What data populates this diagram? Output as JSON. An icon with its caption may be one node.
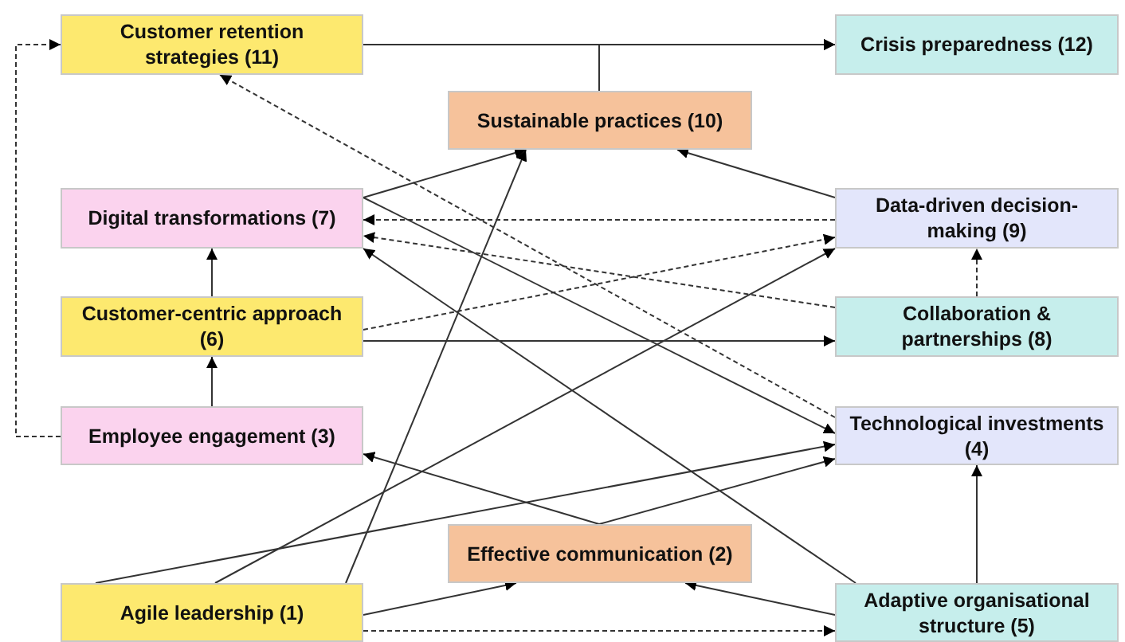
{
  "diagram": {
    "nodes": [
      {
        "text": [
          "Customer retention strategies (11)"
        ]
      },
      {
        "text": [
          "Crisis preparedness (12)"
        ]
      },
      {
        "text": [
          "Sustainable practices (10)"
        ]
      },
      {
        "text": [
          "Digital transformations (7)"
        ]
      },
      {
        "text": [
          "Data-driven decision-making (9)"
        ]
      },
      {
        "text": [
          "Customer-centric approach (6)"
        ]
      },
      {
        "text": [
          "Collaboration & partnerships (8)"
        ]
      },
      {
        "text": [
          "Employee engagement (3)"
        ]
      },
      {
        "text": [
          "Technological investments (4)"
        ]
      },
      {
        "text": [
          "Effective communication (2)"
        ]
      },
      {
        "text": [
          "Agile leadership (1)"
        ]
      },
      {
        "text": [
          "Adaptive organisational structure (5)"
        ]
      }
    ],
    "edges": [
      {
        "from": 7,
        "to": 0,
        "arrow": "to",
        "style": "dashed"
      },
      {
        "from": 0,
        "to": 1,
        "arrow": "to"
      },
      {
        "from": 2,
        "to": 1,
        "arrow": "to"
      },
      {
        "from": 5,
        "to": 3,
        "arrow": "to"
      },
      {
        "from": 7,
        "to": 5,
        "arrow": "to"
      },
      {
        "from": 3,
        "to": 2,
        "arrow": "to"
      },
      {
        "from": 4,
        "to": 2,
        "arrow": "to"
      },
      {
        "from": 4,
        "to": 3,
        "arrow": "to",
        "style": "dashed"
      },
      {
        "from": 6,
        "to": 3,
        "arrow": "to",
        "style": "dashed"
      },
      {
        "from": 8,
        "to": 0,
        "arrow": "to",
        "style": "dashed"
      },
      {
        "from": 11,
        "to": 3,
        "arrow": "to"
      },
      {
        "from": 5,
        "to": 4,
        "arrow": "to",
        "style": "dashed"
      },
      {
        "from": 10,
        "to": 4,
        "arrow": "to"
      },
      {
        "from": 10,
        "to": 2,
        "arrow": "to"
      },
      {
        "from": 5,
        "to": 6,
        "arrow": "to"
      },
      {
        "from": 6,
        "to": 4,
        "arrow": "to",
        "style": "dashed"
      },
      {
        "from": 3,
        "to": 8,
        "arrow": "to"
      },
      {
        "from": 10,
        "to": 8,
        "arrow": "to"
      },
      {
        "from": 9,
        "to": 8,
        "arrow": "to"
      },
      {
        "from": 9,
        "to": 7,
        "arrow": "to"
      },
      {
        "from": 11,
        "to": 8,
        "arrow": "to"
      },
      {
        "from": 11,
        "to": 9,
        "arrow": "to"
      },
      {
        "from": 10,
        "to": 9,
        "arrow": "to"
      },
      {
        "from": 10,
        "to": 11,
        "arrow": "to",
        "style": "dashed"
      }
    ]
  }
}
